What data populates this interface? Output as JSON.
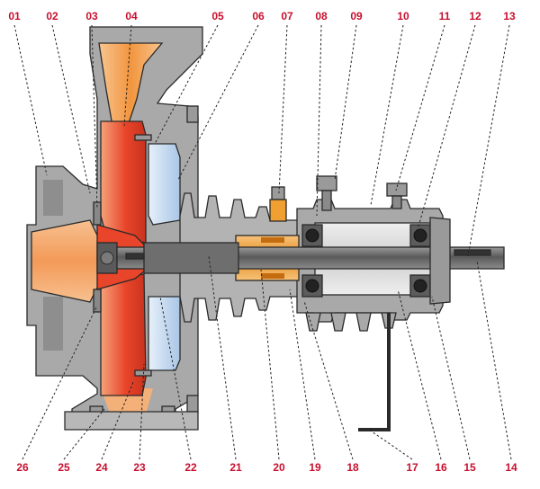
{
  "colors": {
    "label": "#c8102e",
    "leader": "#222222",
    "casing": "#a9a9a9",
    "casing_shadow": "#8e8e8e",
    "water_light": "#c8dcf0",
    "water_mid": "#a9c6e6",
    "impeller": "#e8452a",
    "impeller_light": "#f4a070",
    "suction": "#f6b27a",
    "shaft": "#6e6e6e",
    "shaft_dark": "#3c3c3c",
    "bearing_body": "#d9d9d9",
    "seal": "#f0a030"
  },
  "labels": {
    "top": [
      "01",
      "02",
      "03",
      "04",
      "05",
      "06",
      "07",
      "08",
      "09",
      "10",
      "11",
      "12",
      "13"
    ],
    "bottom": [
      "26",
      "25",
      "24",
      "23",
      "22",
      "21",
      "20",
      "19",
      "18",
      "17",
      "16",
      "15",
      "14"
    ]
  }
}
